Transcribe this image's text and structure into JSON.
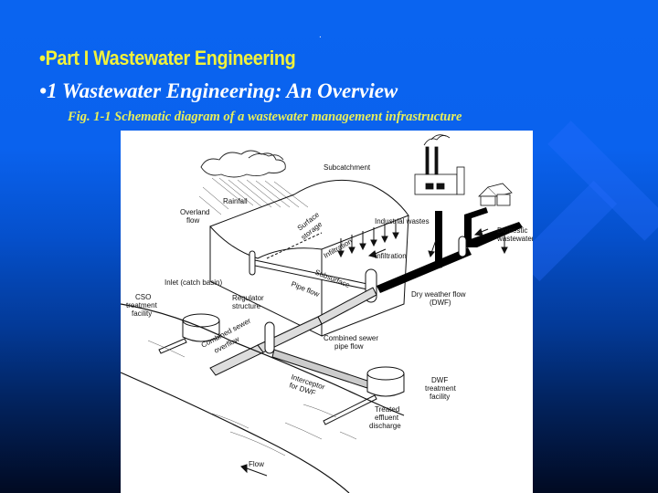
{
  "slide": {
    "top_mark": ".",
    "bullet": "•",
    "part_title": "Part I  Wastewater Engineering",
    "chapter_title": "1  Wastewater Engineering: An Overview",
    "figure_caption": "Fig. 1-1 Schematic diagram of a wastewater management infrastructure"
  },
  "colors": {
    "background_top": "#0a64f0",
    "background_bottom": "#010a22",
    "part_title": "#f2f23a",
    "chapter_title": "#ffffff",
    "caption": "#e8ef5a",
    "figure_background": "#ffffff"
  },
  "diagram": {
    "labels": {
      "subcatchment": "Subcatchment",
      "rainfall": "Rainfall",
      "overland_flow_1": "Overland",
      "overland_flow_2": "flow",
      "surface_storage_1": "Surface",
      "surface_storage_2": "storage",
      "infiltration_area": "Infiltration",
      "industrial_wastes": "Industrial wastes",
      "domestic_1": "Domestic",
      "domestic_2": "wastewater",
      "infiltration": "Infiltration",
      "inlet": "Inlet (catch basin)",
      "subsurface": "Subsurface",
      "pipe_flow": "Pipe flow",
      "dwf_1": "Dry weather flow",
      "dwf_2": "(DWF)",
      "cso_1": "CSO",
      "cso_2": "treatment",
      "cso_3": "facility",
      "regulator_1": "Regulator",
      "regulator_2": "structure",
      "combined_overflow_1": "Combined sewer",
      "combined_overflow_2": "overflow",
      "combined_pipe_1": "Combined sewer",
      "combined_pipe_2": "pipe flow",
      "interceptor_1": "Interceptor",
      "interceptor_2": "for DWF",
      "dwf_facility_1": "DWF",
      "dwf_facility_2": "treatment",
      "dwf_facility_3": "facility",
      "effluent_1": "Treated",
      "effluent_2": "effluent",
      "effluent_3": "discharge",
      "flow": "Flow"
    }
  }
}
